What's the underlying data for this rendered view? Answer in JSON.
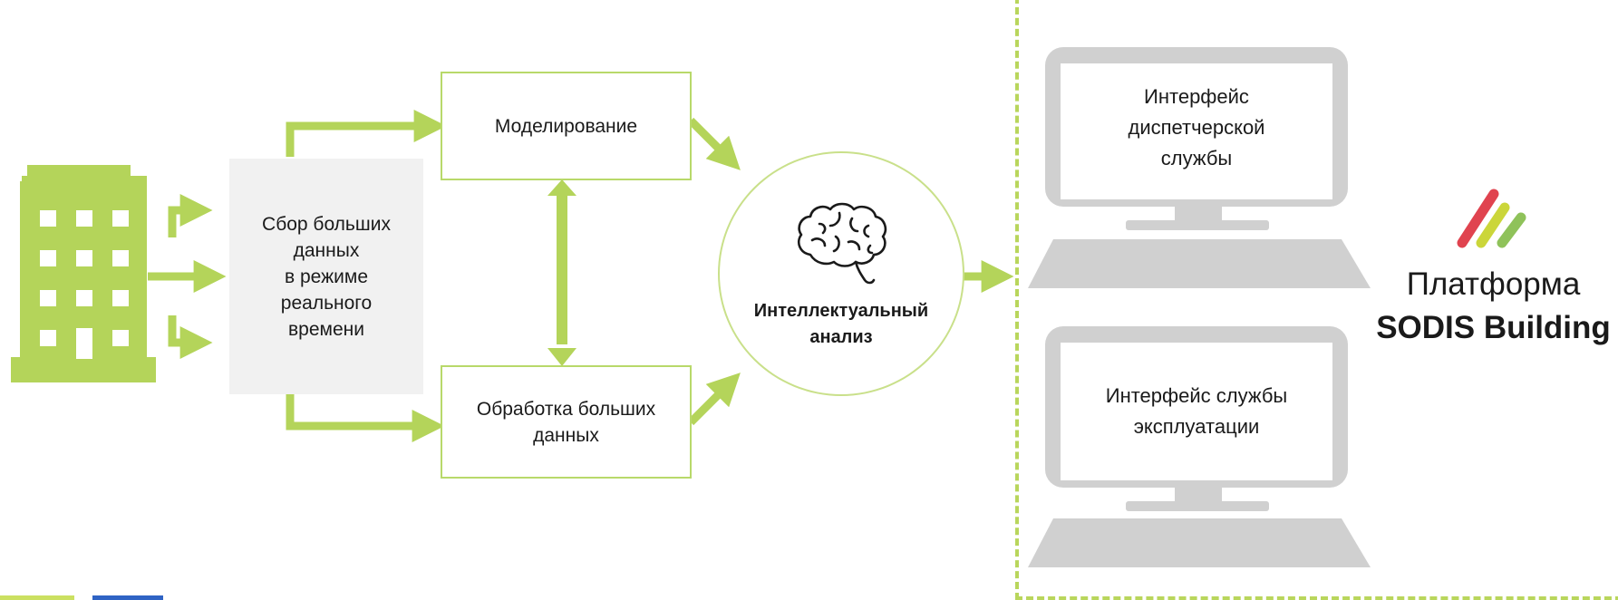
{
  "diagram": {
    "collect_label_lines": [
      "Сбор больших",
      "данных",
      "в режиме",
      "реального",
      "времени"
    ],
    "modeling_label": "Моделирование",
    "processing_label_lines": [
      "Обработка больших",
      "данных"
    ],
    "analysis_label_lines": [
      "Интеллектуальный",
      "анализ"
    ],
    "dispatch_interface_lines": [
      "Интерфейс",
      "диспетчерской",
      "службы"
    ],
    "operations_interface_lines": [
      "Интерфейс службы",
      "эксплуатации"
    ],
    "platform_line1": "Платформа",
    "platform_line2": "SODIS Building",
    "icons": {
      "building": "building-icon",
      "brain": "brain-icon",
      "monitor": "monitor-icon",
      "logo": "sodis-logo-icon"
    },
    "colors": {
      "accent_green": "#b4d45a",
      "box_border": "#b8d96a",
      "monitor_gray": "#d0d0d0",
      "collect_bg": "#f1f1f1",
      "logo_red": "#e0434f",
      "logo_yellow": "#cbd63a",
      "logo_green": "#8fc25a"
    }
  }
}
